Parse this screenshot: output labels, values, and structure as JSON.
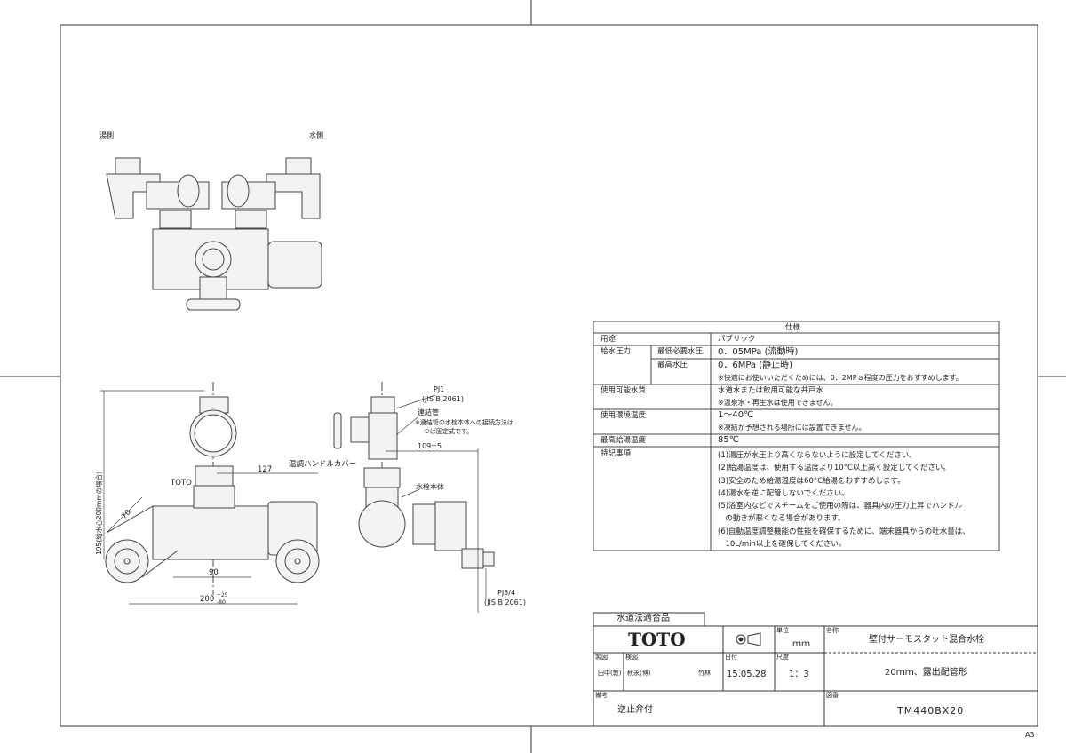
{
  "drawing": {
    "hot_side": "湯側",
    "cold_side": "水側",
    "pj1": "PJ1",
    "jis1": "(JIS B 2061)",
    "connector": "連結管",
    "connector_note1": "※連結管の水栓本体への接続方法は",
    "connector_note2": "つば固定式です。",
    "dim_109": "109±5",
    "dim_127": "127",
    "handle_cover": "温調ハンドルカバー",
    "toto_mark": "TOTO",
    "body": "水栓本体",
    "dim_195": "195(給水心200mmの場合)",
    "dim_70": "70",
    "dim_90": "90",
    "dim_200": "200",
    "dim_200_tol_plus": "+25",
    "dim_200_tol_minus": "-80",
    "pj34": "PJ3/4",
    "jis2": "(JIS B 2061)"
  },
  "spec": {
    "title": "仕様",
    "rows": [
      {
        "label": "用途",
        "value": "パブリック"
      },
      {
        "label": "給水圧力",
        "sub1": "最低必要水圧",
        "value1": "0．05MPa (流動時)",
        "sub2": "最高水圧",
        "value2": "0．6MPa (静止時)",
        "note": "※快適にお使いいただくためには、0．2MPａ程度の圧力をおすすめします。"
      },
      {
        "label": "使用可能水質",
        "value": "水道水または飲用可能な井戸水",
        "note": "※温泉水・再生水は使用できません。"
      },
      {
        "label": "使用環境温度",
        "value": "1～40℃",
        "note": "※凍結が予想される場所には設置できません。"
      },
      {
        "label": "最高給湯温度",
        "value": "85℃"
      },
      {
        "label": "特記事項",
        "notes": [
          "(1)湯圧が水圧より高くならないように設定してください。",
          "(2)給湯温度は、使用する温度より10°C以上高く設定してください。",
          "(3)安全のため給湯温度は60°C給湯をおすすめします。",
          "(4)湯水を逆に配管しないでください。",
          "(5)浴室内などでスチームをご使用の際は、器具内の圧力上昇でハンドル",
          "　の動きが悪くなる場合があります。",
          "(6)自動温度調整機能の性能を確保するために、端末器具からの吐水量は、",
          "　10L/min以上を確保してください。"
        ]
      }
    ]
  },
  "title_block": {
    "compliance": "水道法適合品",
    "logo": "TOTO",
    "unit_label": "単位",
    "unit": "ｍｍ",
    "name_label": "名称",
    "name": "壁付サーモスタット混合水栓",
    "drawn_label": "製図",
    "drawn": "田中(敦)",
    "checked_label": "検図",
    "checked": "秋永(博)",
    "approved": "竹林",
    "date_label": "日付",
    "date": "15.05.28",
    "scale_label": "尺度",
    "scale": "1：3",
    "subtitle": "20ｍｍ、露出配管形",
    "remarks_label": "備考",
    "remarks": "逆止弁付",
    "number_label": "図番",
    "number": "TM440BX20"
  },
  "sheet_size": "A3"
}
